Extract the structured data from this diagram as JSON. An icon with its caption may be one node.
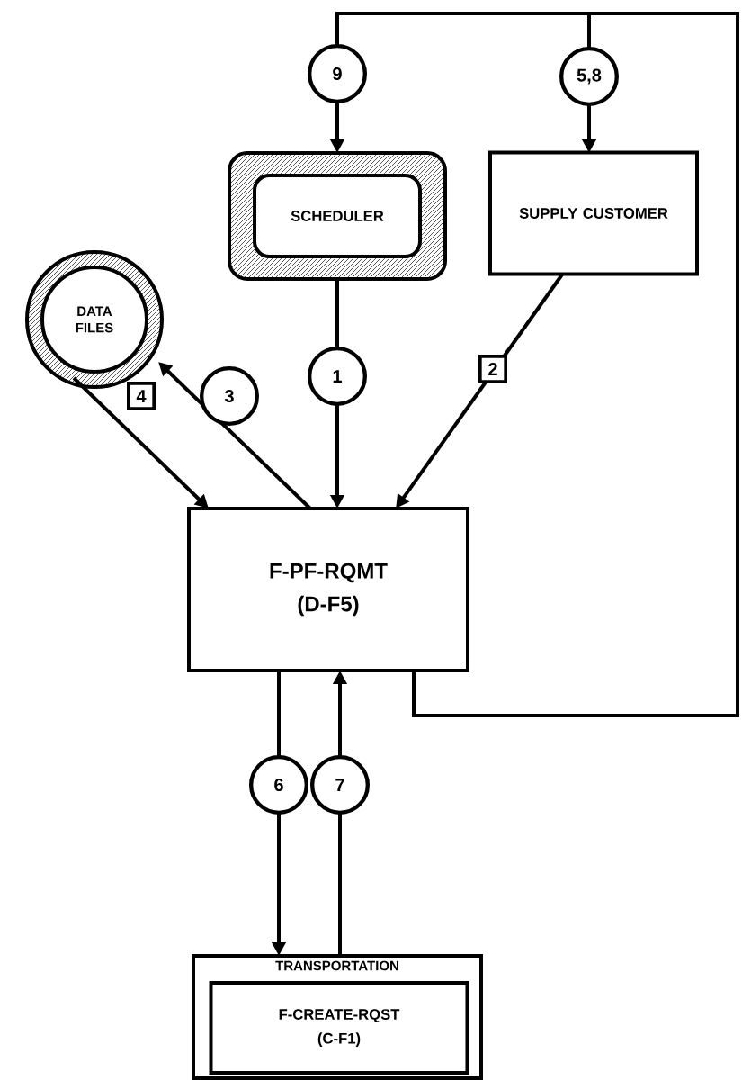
{
  "diagram": {
    "nodes": [
      {
        "text": [
          "DATA FILES"
        ]
      },
      {
        "text": [
          "SCHEDULER"
        ]
      },
      {
        "text": [
          "SUPPLY CUSTOMER"
        ]
      },
      {
        "text": [
          "F-PF-RQMT",
          "(D-F5)"
        ]
      },
      {
        "text": [
          "TRANSPORTATION"
        ]
      },
      {
        "text": [
          "F-CREATE-RQST",
          "(C-F1)"
        ],
        "in": 4
      }
    ],
    "edges": [
      {
        "from": 3,
        "to": 1,
        "arrow": "to",
        "label": "9"
      },
      {
        "from": 3,
        "to": 2,
        "arrow": "to",
        "label": "5,8"
      },
      {
        "from": 1,
        "to": 3,
        "arrow": "to",
        "label": "1"
      },
      {
        "from": 2,
        "to": 3,
        "arrow": "to",
        "label": "2"
      },
      {
        "from": 0,
        "to": 3,
        "arrow": "to",
        "label": "4"
      },
      {
        "from": 3,
        "to": 0,
        "arrow": "to",
        "label": "3"
      },
      {
        "from": 3,
        "to": 4,
        "arrow": "to",
        "label": "6"
      },
      {
        "from": 4,
        "to": 3,
        "arrow": "to",
        "label": "7"
      }
    ]
  }
}
